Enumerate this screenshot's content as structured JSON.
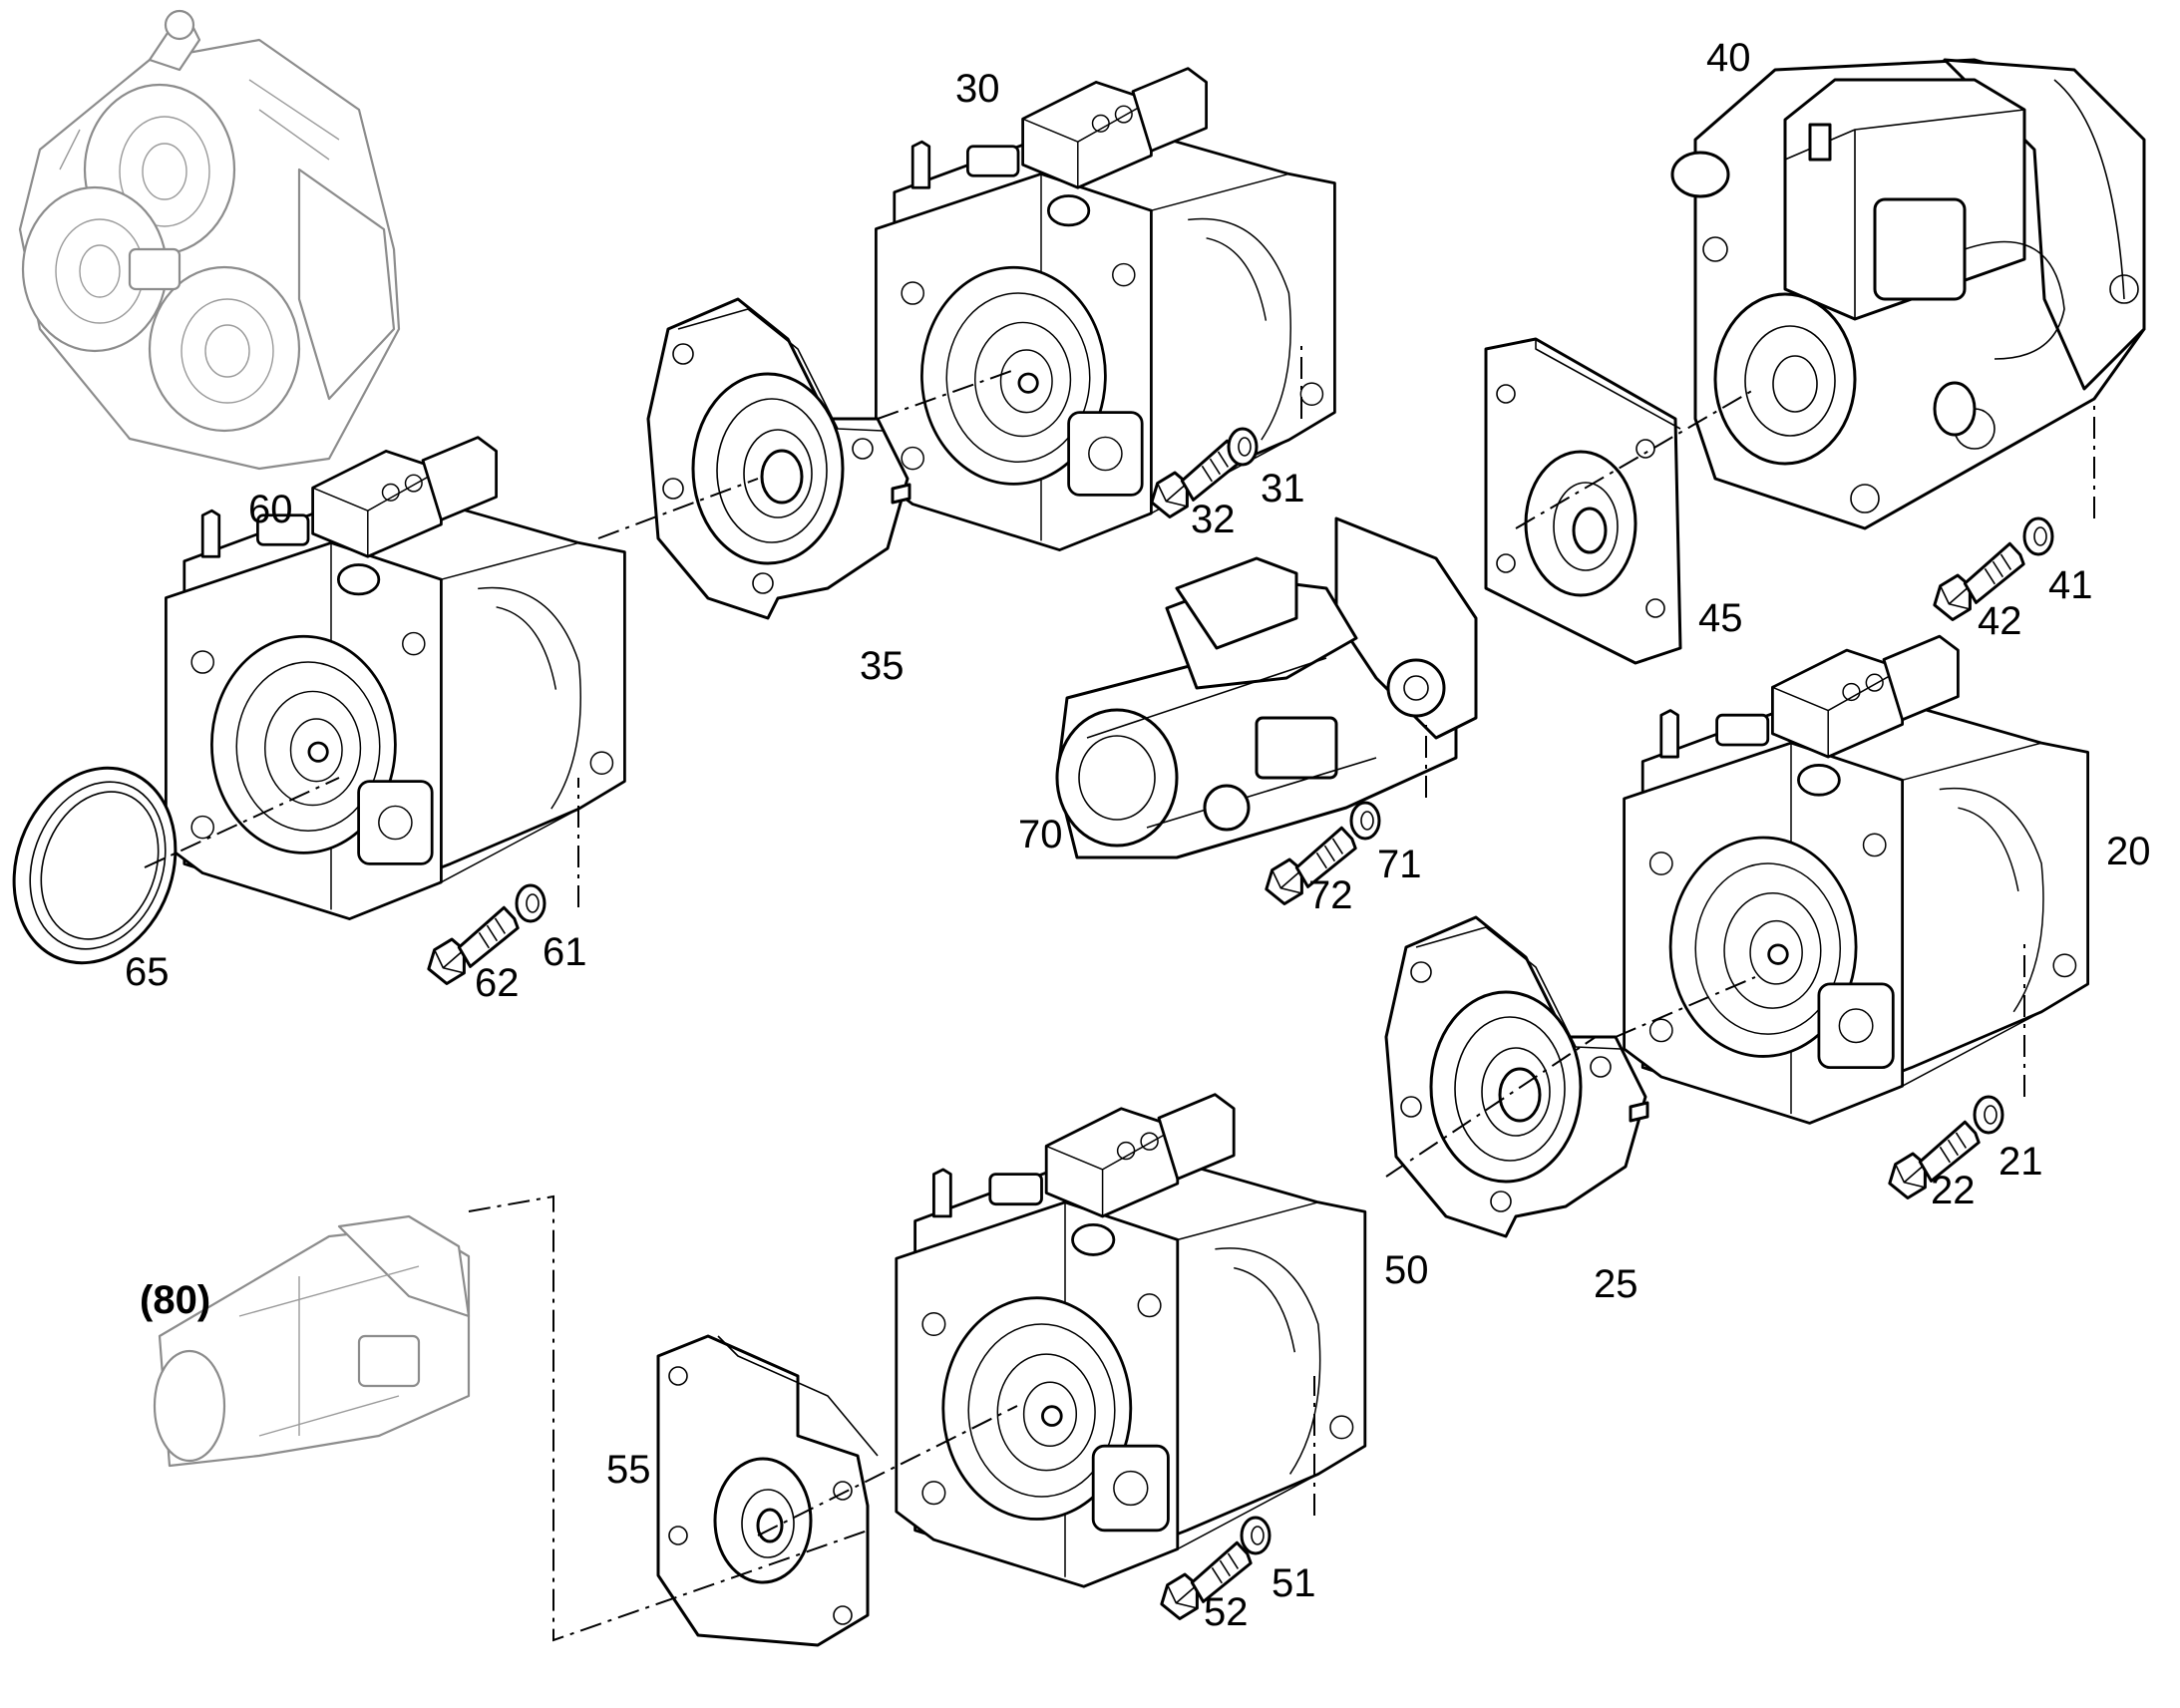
{
  "diagram": {
    "callouts": [
      {
        "id": "c20",
        "text": "20"
      },
      {
        "id": "c21",
        "text": "21"
      },
      {
        "id": "c22",
        "text": "22"
      },
      {
        "id": "c25",
        "text": "25"
      },
      {
        "id": "c30",
        "text": "30"
      },
      {
        "id": "c31",
        "text": "31"
      },
      {
        "id": "c32",
        "text": "32"
      },
      {
        "id": "c35",
        "text": "35"
      },
      {
        "id": "c40",
        "text": "40"
      },
      {
        "id": "c41",
        "text": "41"
      },
      {
        "id": "c42",
        "text": "42"
      },
      {
        "id": "c45",
        "text": "45"
      },
      {
        "id": "c50",
        "text": "50"
      },
      {
        "id": "c51",
        "text": "51"
      },
      {
        "id": "c52",
        "text": "52"
      },
      {
        "id": "c55",
        "text": "55"
      },
      {
        "id": "c60",
        "text": "60"
      },
      {
        "id": "c61",
        "text": "61"
      },
      {
        "id": "c62",
        "text": "62"
      },
      {
        "id": "c65",
        "text": "65"
      },
      {
        "id": "c70",
        "text": "70"
      },
      {
        "id": "c71",
        "text": "71"
      },
      {
        "id": "c72",
        "text": "72"
      },
      {
        "id": "c80",
        "text": "(80)"
      }
    ],
    "colors": {
      "line": "#000000",
      "reference_line": "#8c8c8c",
      "background": "#ffffff"
    }
  }
}
